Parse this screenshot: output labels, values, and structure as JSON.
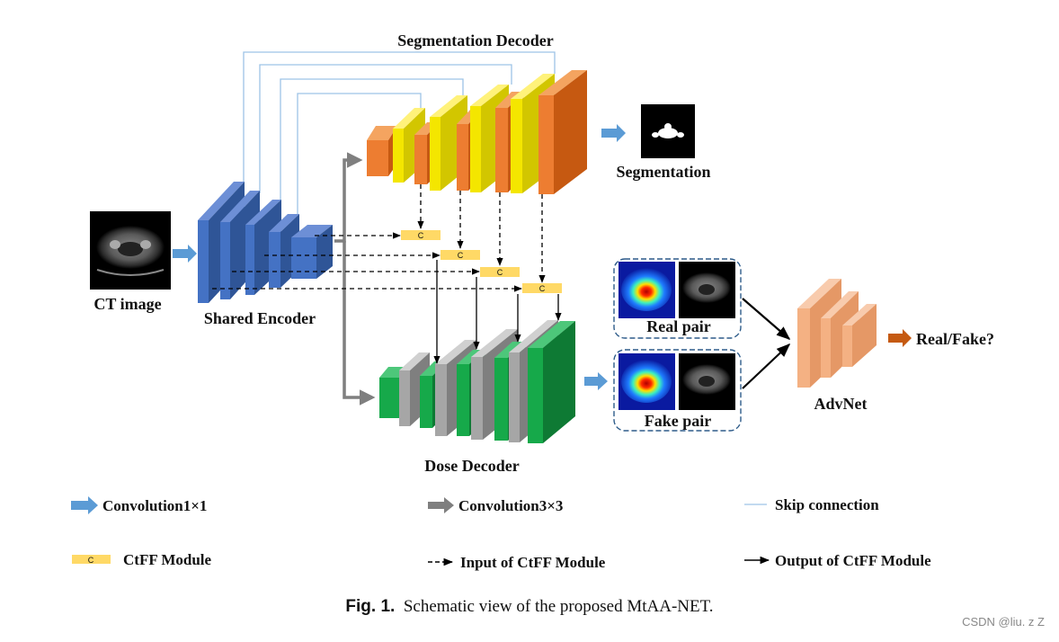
{
  "labels": {
    "segmentation_decoder": "Segmentation Decoder",
    "segmentation": "Segmentation",
    "ct_image": "CT image",
    "shared_encoder": "Shared Encoder",
    "dose_decoder": "Dose Decoder",
    "real_pair": "Real pair",
    "fake_pair": "Fake pair",
    "advnet": "AdvNet",
    "real_fake": "Real/Fake?",
    "ctff_tag": "C"
  },
  "legend": {
    "conv1": "Convolution1×1",
    "conv3": "Convolution3×3",
    "skip": "Skip connection",
    "ctff": "CtFF Module",
    "input_ctff": "Input of CtFF Module",
    "output_ctff": "Output of CtFF Module"
  },
  "caption": {
    "label": "Fig. 1.",
    "text": "Schematic view of the proposed MtAA-NET."
  },
  "watermark": "CSDN @liu. z Z",
  "colors": {
    "encoder": "#4472C4",
    "seg_orange": "#ED7D31",
    "seg_yellow": "#F4E600",
    "dose_green": "#16A94A",
    "dose_gray": "#A6A6A6",
    "advnet": "#F4B183",
    "ctff": "#FFD966",
    "skip": "#9DC3E6",
    "conv1_arrow": "#5B9BD5",
    "conv3_arrow": "#7F7F7F",
    "output_arrow": "#C55A11"
  }
}
